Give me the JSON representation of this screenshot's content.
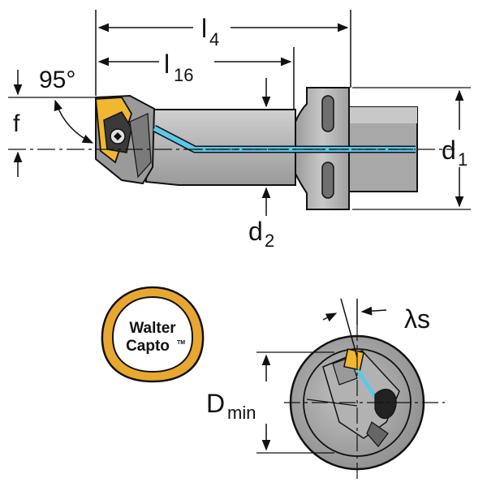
{
  "labels": {
    "l4": "l",
    "l4_sub": "4",
    "l16": "l",
    "l16_sub": "16",
    "angle": "95°",
    "f": "f",
    "d1": "d",
    "d1_sub": "1",
    "d2": "d",
    "d2_sub": "2",
    "dmin": "D",
    "dmin_sub": "min",
    "lambda_s": "λs"
  },
  "logo": {
    "line1": "Walter",
    "line2": "Capto",
    "tm": "TM"
  },
  "colors": {
    "body_gray": "#b8b8b8",
    "body_dark": "#8a8a8a",
    "insert_gold": "#f0b830",
    "coolant_blue": "#5ac8e8",
    "logo_ring": "#e8a830",
    "outline": "#111111"
  }
}
